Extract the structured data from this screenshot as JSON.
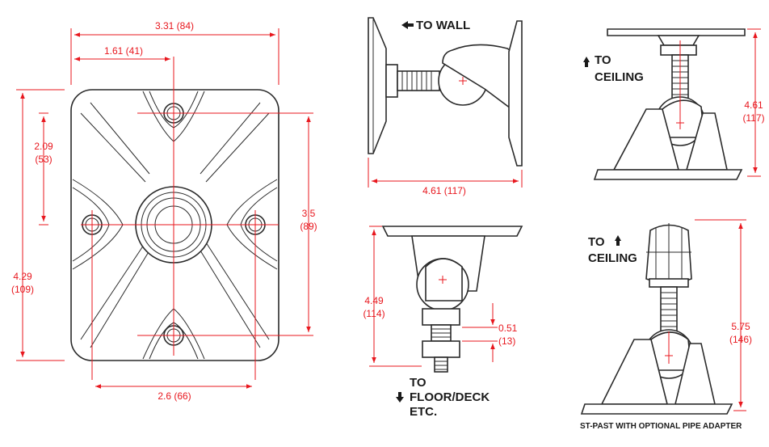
{
  "dimensions": {
    "plate_width": "3.31 (84)",
    "center_offset": "1.61 (41)",
    "upper_hole_height": "2.09",
    "upper_hole_height_mm": "(53)",
    "plate_height": "4.29",
    "plate_height_mm": "(109)",
    "hole_spacing_vertical": "3.5",
    "hole_spacing_vertical_mm": "(89)",
    "hole_spacing_horizontal": "2.6 (66)",
    "wall_depth": "4.61 (117)",
    "floor_height": "4.49",
    "floor_height_mm": "(114)",
    "nut_spacing": "0.51",
    "nut_spacing_mm": "(13)",
    "ceiling_height": "4.61",
    "ceiling_height_mm": "(117)",
    "pipe_height": "5.75",
    "pipe_height_mm": "(146)"
  },
  "labels": {
    "to_wall": "TO WALL",
    "to_ceiling_top": "TO",
    "to_ceiling_bottom": "CEILING",
    "to_floor_line1": "TO",
    "to_floor_line2": "FLOOR/DECK",
    "to_floor_line3": "ETC.",
    "pipe_to": "TO",
    "pipe_ceiling": "CEILING",
    "caption": "ST-PAST WITH OPTIONAL PIPE ADAPTER"
  },
  "colors": {
    "dimension": "#e8171e",
    "outline": "#2a2a2a"
  }
}
